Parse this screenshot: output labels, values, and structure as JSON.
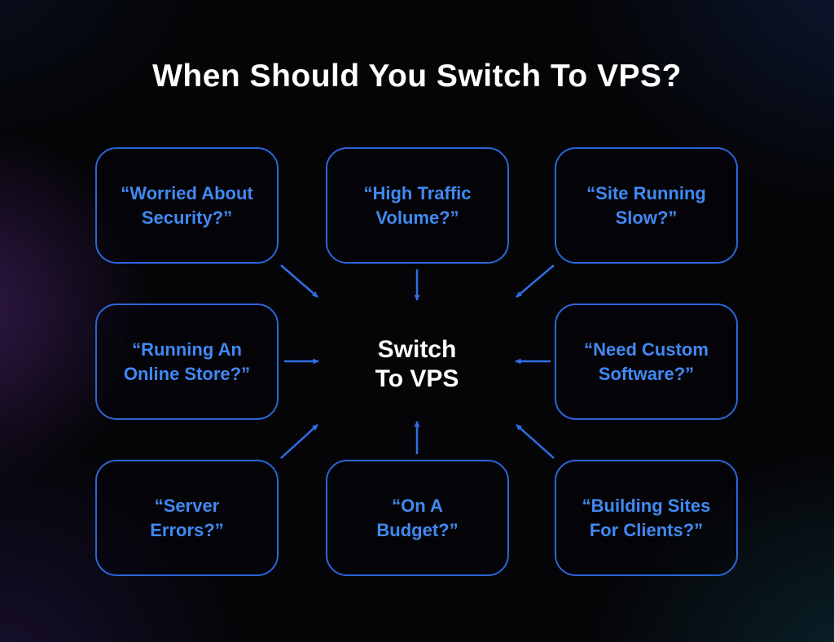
{
  "title": "When Should You Switch To VPS?",
  "center": {
    "label": "Switch\nTo VPS"
  },
  "boxes": [
    {
      "label": "“Worried About\nSecurity?”"
    },
    {
      "label": "“High Traffic\nVolume?”"
    },
    {
      "label": "“Site Running\nSlow?”"
    },
    {
      "label": "“Running An\nOnline Store?”"
    },
    {
      "label": "“Need Custom\nSoftware?”"
    },
    {
      "label": "“Server\nErrors?”"
    },
    {
      "label": "“On A\nBudget?”"
    },
    {
      "label": "“Building Sites\nFor Clients?”"
    }
  ],
  "colors": {
    "box_border": "#2a66d9",
    "box_text": "#4189f2",
    "arrow": "#2f6fe4",
    "title_text": "#ffffff",
    "background": "#050508"
  }
}
